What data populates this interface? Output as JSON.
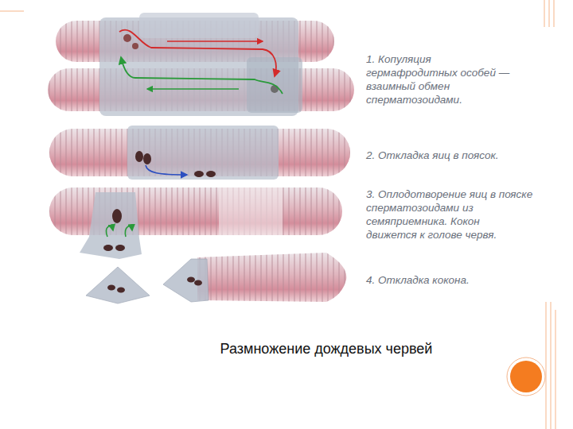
{
  "diagram": {
    "caption": "Размножение дождевых червей",
    "labels": [
      "1. Копуляция гермафродитных особей — взаимный обмен сперматозоидами.",
      "2. Откладка яиц в поясок.",
      "3. Оплодотворение яиц в пояске сперматозоидами из семяприемника. Кокон движется к голове червя.",
      "4. Откладка кокона."
    ]
  }
}
